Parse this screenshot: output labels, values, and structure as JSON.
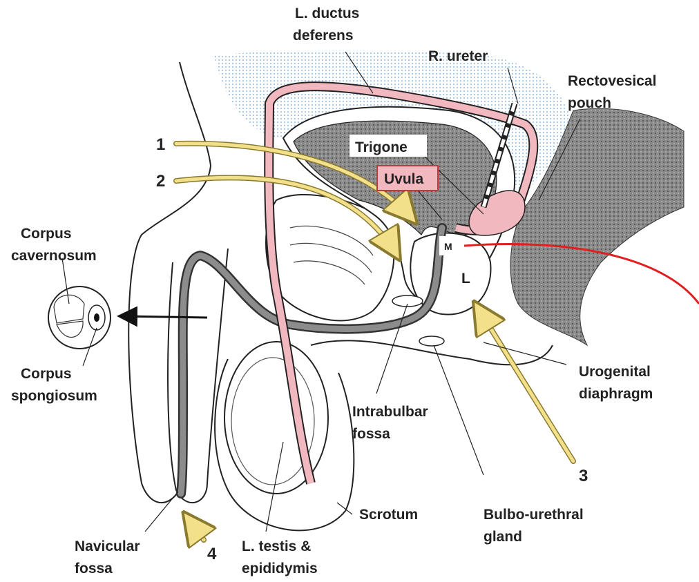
{
  "labels": {
    "ductus_deferens": [
      "L. ductus",
      "deferens"
    ],
    "ureter": "R. ureter",
    "rectovesical_pouch": [
      "Rectovesical",
      "pouch"
    ],
    "trigone": "Trigone",
    "uvula": "Uvula",
    "corpus_cavernosum": [
      "Corpus",
      "cavernosum"
    ],
    "corpus_spongiosum": [
      "Corpus",
      "spongiosum"
    ],
    "urogenital_diaphragm": [
      "Urogenital",
      "diaphragm"
    ],
    "intrabulbar_fossa": [
      "Intrabulbar",
      "fossa"
    ],
    "scrotum": "Scrotum",
    "bulbo_urethral_gland": [
      "Bulbo-urethral",
      "gland"
    ],
    "navicular_fossa": [
      "Navicular",
      "fossa"
    ],
    "testis_epididymis": [
      "L. testis &",
      "epididymis"
    ],
    "m_marker": "M",
    "l_marker": "L"
  },
  "arrows": [
    "1",
    "2",
    "3",
    "4"
  ],
  "colors": {
    "ductus": "#f2b8c0",
    "arrow": "#f3e08a",
    "bladder_fill": "#7f7f7f",
    "peritoneum": "#9fc4ea",
    "rectum": "#6e6e6e",
    "highlight": "#e02020"
  }
}
